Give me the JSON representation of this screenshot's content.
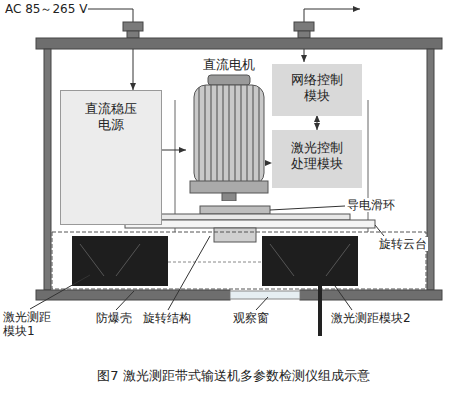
{
  "diagram": {
    "caption": "图7 激光测距带式输送机多参数检测仪组成示意",
    "nodes": [
      {
        "text": [
          "直流稳压 电源"
        ]
      },
      {
        "text": [
          "网络控制 模块"
        ]
      },
      {
        "text": [
          "激光控制 处理模块"
        ]
      },
      {
        "text": [
          "直流电机"
        ]
      }
    ],
    "edges": [
      {
        "from": 0,
        "to": 3,
        "arrow": "to"
      },
      {
        "from": 3,
        "to": 2,
        "arrow": "to"
      },
      {
        "from": 1,
        "to": 2,
        "arrow": "both"
      }
    ],
    "labels": [
      "AC 85～265 V",
      "导电滑环",
      "旋转云台",
      "激光测距 模块1",
      "防爆壳",
      "旋转结构",
      "观察窗",
      "激光测距模块2"
    ]
  }
}
